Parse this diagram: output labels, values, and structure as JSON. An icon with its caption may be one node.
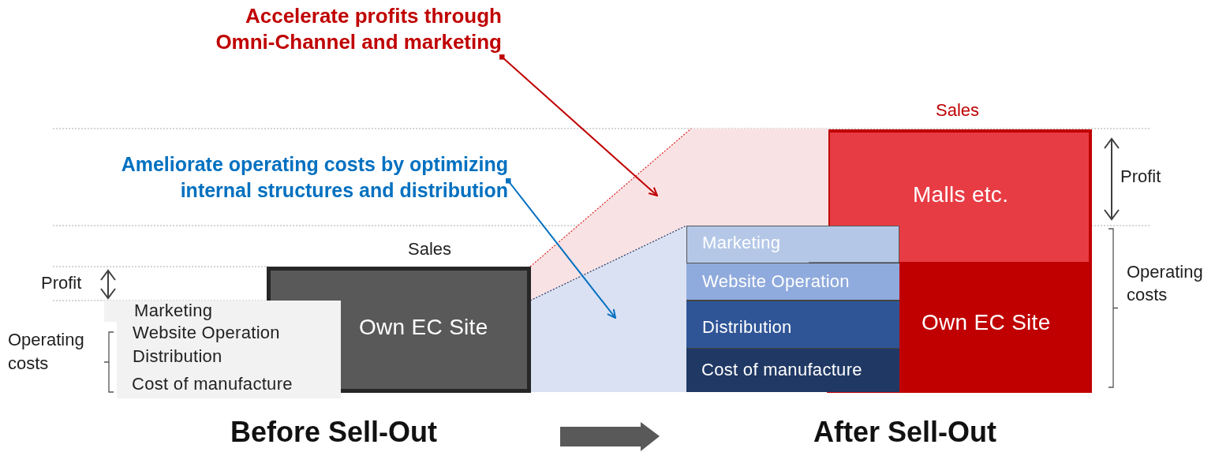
{
  "diagram": {
    "nodes": [
      {
        "text": [
          "Accelerate profits through Omni-Channel and marketing"
        ]
      },
      {
        "text": [
          "Ameliorate operating costs by optimizing internal structures and distribution"
        ]
      },
      {
        "text": [
          "Own EC Site"
        ]
      },
      {
        "text": [
          "Marketing"
        ]
      },
      {
        "text": [
          "Website Operation"
        ]
      },
      {
        "text": [
          "Distribution"
        ]
      },
      {
        "text": [
          "Cost of manufacture"
        ]
      },
      {
        "text": [
          "Malls etc."
        ]
      },
      {
        "text": [
          "Own EC Site"
        ]
      },
      {
        "text": [
          "Marketing"
        ]
      },
      {
        "text": [
          "Website Operation"
        ]
      },
      {
        "text": [
          "Distribution"
        ]
      },
      {
        "text": [
          "Cost of manufacture"
        ]
      },
      {
        "text": [],
        "shape": "band"
      },
      {
        "text": [],
        "shape": "band"
      }
    ],
    "edges": [
      {
        "from": 0,
        "to": 13,
        "arrow": "to",
        "color": "#c00000"
      },
      {
        "from": 1,
        "to": 14,
        "arrow": "to",
        "color": "#0070c0"
      }
    ],
    "labels": [
      "Sales",
      "Profit",
      "Operating costs",
      "Sales",
      "Profit",
      "Operating costs",
      "Before Sell-Out",
      "After Sell-Out"
    ]
  }
}
